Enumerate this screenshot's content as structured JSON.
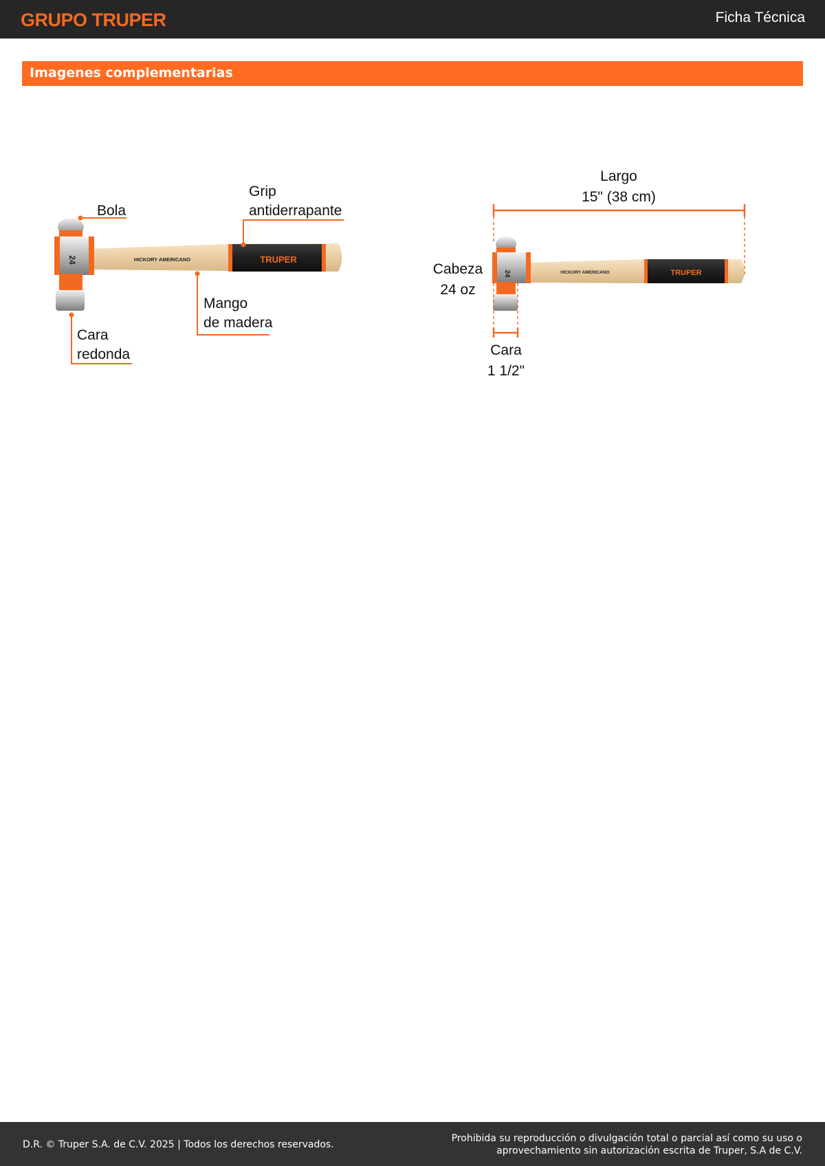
{
  "header": {
    "brand": "GRUPO TRUPER",
    "doc_title": "Ficha Técnica"
  },
  "section": {
    "title": "Imagenes complementarias"
  },
  "figure_parts": {
    "bola": "Bola",
    "grip_line1": "Grip",
    "grip_line2": "antiderrapante",
    "mango_line1": "Mango",
    "mango_line2": "de madera",
    "cara_line1": "Cara",
    "cara_line2": "redonda",
    "handle_print": "HICKORY AMERICANO",
    "grip_brand": "TRUPER",
    "head_print": "24"
  },
  "figure_dimensions": {
    "largo_label": "Largo",
    "largo_value": "15\" (38 cm)",
    "cabeza_label": "Cabeza",
    "cabeza_value": "24 oz",
    "cara_label": "Cara",
    "cara_value": "1 1/2\"",
    "handle_print": "HICKORY AMERICANO",
    "grip_brand": "TRUPER",
    "head_print": "24"
  },
  "footer": {
    "left": "D.R. © Truper S.A. de C.V. 2025 | Todos los derechos reservados.",
    "right_line1": "Prohibida su reproducción o divulgación total o parcial así como su uso o",
    "right_line2": "aprovechamiento sin autorización escrita de Truper, S.A de C.V."
  },
  "colors": {
    "brand_orange": "#f26a21",
    "header_bg": "#262626",
    "footer_bg": "#333333",
    "section_bar": "#ff6b21"
  }
}
